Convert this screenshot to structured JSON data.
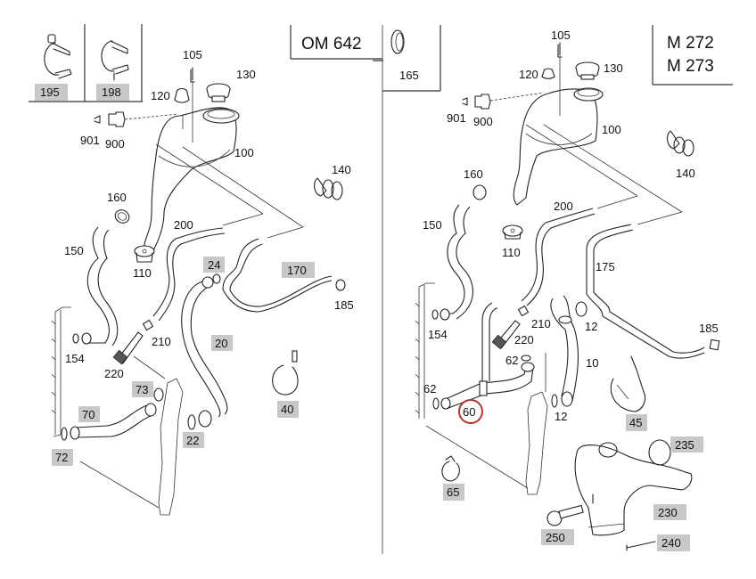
{
  "diagram": {
    "title": "Engine cooling system hoses and coolant expansion tank",
    "highlight_color": "#c8c8c8",
    "selected_ring_color": "#b5342a",
    "panels": [
      {
        "id": "left",
        "model_box": "OM 642",
        "inset_parts": [
          {
            "label": "195",
            "highlighted": true,
            "icon": "hose-clamp-with-stud"
          },
          {
            "label": "198",
            "highlighted": true,
            "icon": "hose-clamp-with-pin"
          }
        ],
        "labels": [
          {
            "text": "105",
            "highlighted": false
          },
          {
            "text": "130",
            "highlighted": false
          },
          {
            "text": "120",
            "highlighted": false
          },
          {
            "text": "901",
            "highlighted": false
          },
          {
            "text": "900",
            "highlighted": false
          },
          {
            "text": "100",
            "highlighted": false
          },
          {
            "text": "140",
            "highlighted": false
          },
          {
            "text": "160",
            "highlighted": false
          },
          {
            "text": "200",
            "highlighted": false
          },
          {
            "text": "150",
            "highlighted": false
          },
          {
            "text": "110",
            "highlighted": false
          },
          {
            "text": "24",
            "highlighted": true
          },
          {
            "text": "170",
            "highlighted": true
          },
          {
            "text": "185",
            "highlighted": false
          },
          {
            "text": "154",
            "highlighted": false
          },
          {
            "text": "210",
            "highlighted": false
          },
          {
            "text": "20",
            "highlighted": true
          },
          {
            "text": "220",
            "highlighted": false
          },
          {
            "text": "73",
            "highlighted": true
          },
          {
            "text": "40",
            "highlighted": true
          },
          {
            "text": "70",
            "highlighted": true
          },
          {
            "text": "22",
            "highlighted": true
          },
          {
            "text": "72",
            "highlighted": true
          }
        ]
      },
      {
        "id": "right",
        "model_box": [
          "M 272",
          "M 273"
        ],
        "inset_parts": [
          {
            "label": "165",
            "highlighted": false,
            "icon": "hose-clamp-band"
          }
        ],
        "labels": [
          {
            "text": "105",
            "highlighted": false
          },
          {
            "text": "120",
            "highlighted": false
          },
          {
            "text": "130",
            "highlighted": false
          },
          {
            "text": "901",
            "highlighted": false
          },
          {
            "text": "900",
            "highlighted": false
          },
          {
            "text": "100",
            "highlighted": false
          },
          {
            "text": "140",
            "highlighted": false
          },
          {
            "text": "160",
            "highlighted": false
          },
          {
            "text": "200",
            "highlighted": false
          },
          {
            "text": "150",
            "highlighted": false
          },
          {
            "text": "110",
            "highlighted": false
          },
          {
            "text": "175",
            "highlighted": false
          },
          {
            "text": "154",
            "highlighted": false
          },
          {
            "text": "210",
            "highlighted": false
          },
          {
            "text": "12",
            "highlighted": false
          },
          {
            "text": "185",
            "highlighted": false
          },
          {
            "text": "220",
            "highlighted": false
          },
          {
            "text": "62",
            "highlighted": false
          },
          {
            "text": "10",
            "highlighted": false
          },
          {
            "text": "62",
            "highlighted": false
          },
          {
            "text": "60",
            "highlighted": false,
            "selected": true
          },
          {
            "text": "12",
            "highlighted": false
          },
          {
            "text": "45",
            "highlighted": true
          },
          {
            "text": "235",
            "highlighted": true
          },
          {
            "text": "65",
            "highlighted": true
          },
          {
            "text": "230",
            "highlighted": true
          },
          {
            "text": "250",
            "highlighted": true
          },
          {
            "text": "240",
            "highlighted": true
          }
        ]
      }
    ]
  }
}
